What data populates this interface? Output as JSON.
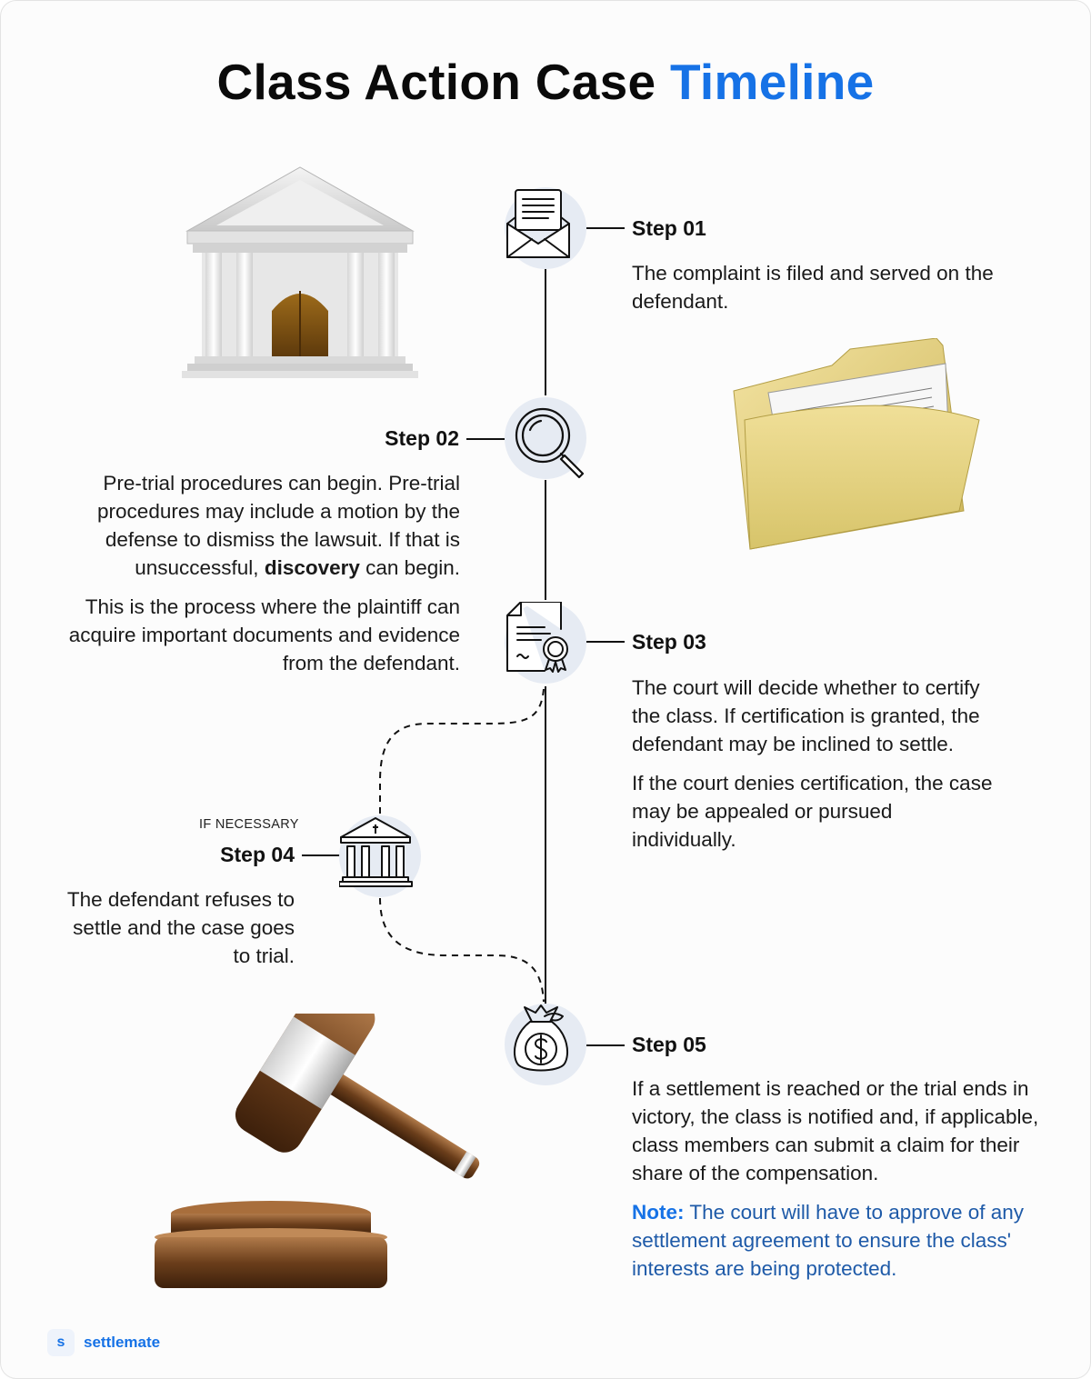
{
  "title": {
    "main": "Class Action Case",
    "accent": "Timeline"
  },
  "colors": {
    "accent": "#1672e6",
    "note": "#1e5aa8",
    "icon_bg": "#e6ebf3"
  },
  "steps": [
    {
      "label": "Step 01",
      "icon": "envelope-document-icon",
      "paragraphs": [
        "The complaint is filed and served on the defendant."
      ]
    },
    {
      "label": "Step 02",
      "icon": "magnifier-icon",
      "p1_before": "Pre-trial procedures can begin. Pre-trial procedures may include a motion by the defense to dismiss the lawsuit. If that is unsuccessful,",
      "p1_bold": "discovery",
      "p1_after": "can begin.",
      "p2": "This is the process where the plaintiff can acquire important documents and evidence from the defendant."
    },
    {
      "label": "Step 03",
      "icon": "certificate-icon",
      "p1": "The court will decide whether to certify the class. If certification is granted, the defendant may be inclined to settle.",
      "p2": "If the court denies certification, the case may be appealed or pursued individually."
    },
    {
      "label": "Step 04",
      "tag": "IF NECESSARY",
      "icon": "courthouse-icon",
      "p1": "The defendant refuses to settle and the case goes to trial."
    },
    {
      "label": "Step 05",
      "icon": "money-bag-icon",
      "p1": "If a settlement is reached or the trial ends in victory, the class is notified and, if applicable, class members can submit a claim for their share of the compensation.",
      "note_label": "Note:",
      "note_text": "The court will have to approve of any settlement agreement to ensure the class' interests are being protected."
    }
  ],
  "illustrations": [
    "courthouse-illustration",
    "folder-illustration",
    "gavel-illustration"
  ],
  "brand": {
    "mark": "s",
    "name": "settlemate"
  }
}
